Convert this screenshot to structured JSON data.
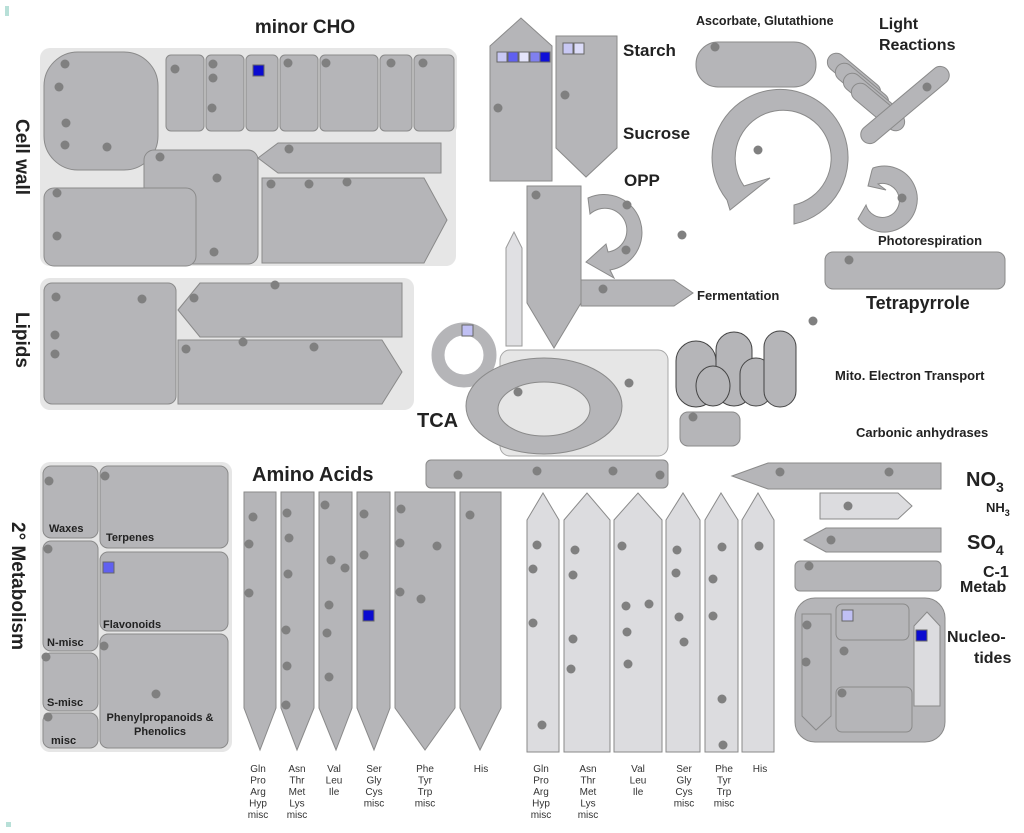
{
  "colors": {
    "panel": "#e6e6e6",
    "shape": "#b5b5b8",
    "shape_light": "#dcdcdf",
    "stroke": "#8a8a8a",
    "dot": "#7f7f7f",
    "blue_dark": "#0a0ad0",
    "blue_mid": "#6060f0",
    "blue_light": "#c0c0f4"
  },
  "labels": {
    "minor_cho": "minor CHO",
    "cell_wall": "Cell wall",
    "lipids": "Lipids",
    "secondary_metabolism": "2° Metabolism",
    "starch": "Starch",
    "sucrose": "Sucrose",
    "opp": "OPP",
    "fermentation": "Fermentation",
    "tca": "TCA",
    "ascorbate": "Ascorbate, Glutathione",
    "light_reactions_1": "Light",
    "light_reactions_2": "Reactions",
    "photorespiration": "Photorespiration",
    "tetrapyrrole": "Tetrapyrrole",
    "mito": "Mito. Electron Transport",
    "carbonic": "Carbonic anhydrases",
    "amino_acids": "Amino Acids",
    "no3": "NO",
    "no3_sub": "3",
    "nh3": "NH",
    "nh3_sub": "3",
    "so4": "SO",
    "so4_sub": "4",
    "c1_1": "C-1",
    "c1_2": "Metab",
    "nucleo_1": "Nucleo-",
    "nucleo_2": "tides",
    "waxes": "Waxes",
    "terpenes": "Terpenes",
    "flavonoids": "Flavonoids",
    "n_misc": "N-misc",
    "s_misc": "S-misc",
    "misc": "misc",
    "phenyl_1": "Phenylpropanoids &",
    "phenyl_2": "Phenolics"
  },
  "aa_labels": [
    [
      "Gln",
      "Pro",
      "Arg",
      "Hyp",
      "misc"
    ],
    [
      "Asn",
      "Thr",
      "Met",
      "Lys",
      "misc"
    ],
    [
      "Val",
      "Leu",
      "Ile"
    ],
    [
      "Ser",
      "Gly",
      "Cys",
      "misc"
    ],
    [
      "Phe",
      "Tyr",
      "Trp",
      "misc"
    ],
    [
      "His"
    ]
  ]
}
